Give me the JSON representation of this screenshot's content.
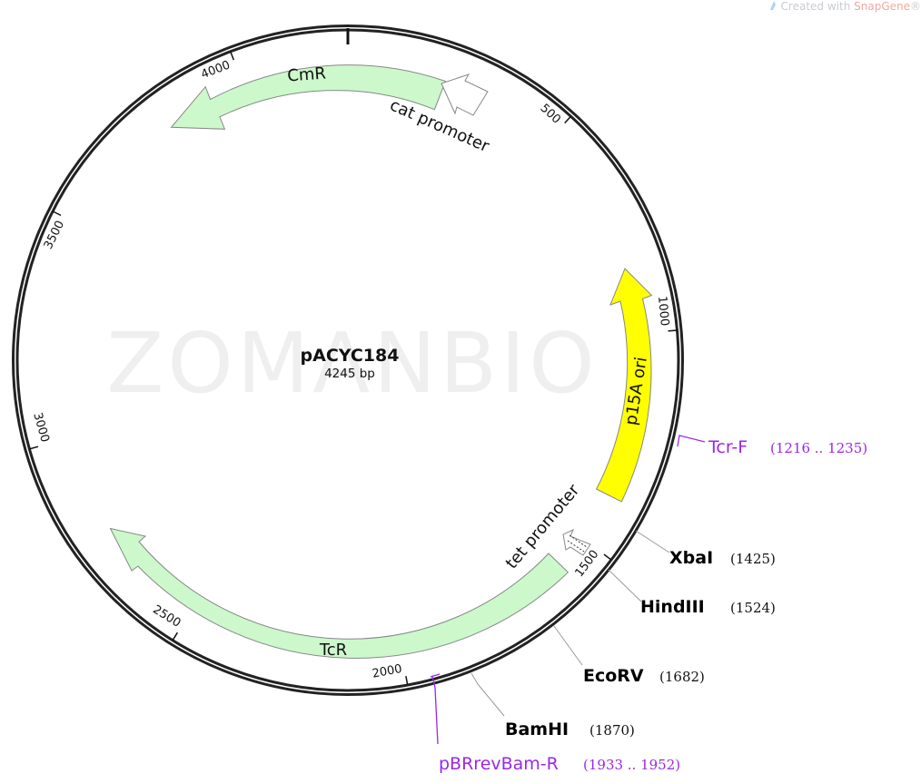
{
  "credit": {
    "prefix": "Created with ",
    "brand": "SnapGene",
    "suffix": "®"
  },
  "watermark": "ZOMANBIO",
  "plasmid": {
    "name": "pACYC184",
    "length_label": "4245 bp",
    "length": 4245
  },
  "ticks": [
    {
      "label": "500",
      "pos": 500
    },
    {
      "label": "1000",
      "pos": 1000
    },
    {
      "label": "1500",
      "pos": 1500
    },
    {
      "label": "2000",
      "pos": 2000
    },
    {
      "label": "2500",
      "pos": 2500
    },
    {
      "label": "3000",
      "pos": 3000
    },
    {
      "label": "3500",
      "pos": 3500
    },
    {
      "label": "4000",
      "pos": 4000
    }
  ],
  "features": [
    {
      "label": "CmR",
      "type": "gene",
      "direction": "reverse",
      "color": "#ccf8cc"
    },
    {
      "label": "cat promoter",
      "type": "promoter",
      "direction": "reverse",
      "color": "#ffffff"
    },
    {
      "label": "p15A ori",
      "type": "origin",
      "direction": "reverse",
      "color": "#ffff00"
    },
    {
      "label": "tet promoter",
      "type": "promoter",
      "direction": "reverse",
      "color": "#ffffff"
    },
    {
      "label": "TcR",
      "type": "gene",
      "direction": "forward",
      "color": "#ccf8cc"
    }
  ],
  "sites": [
    {
      "name": "XbaI",
      "pos": "(1425)"
    },
    {
      "name": "HindIII",
      "pos": "(1524)"
    },
    {
      "name": "EcoRV",
      "pos": "(1682)"
    },
    {
      "name": "BamHI",
      "pos": "(1870)"
    }
  ],
  "primers": [
    {
      "name": "Tcr-F",
      "range": "(1216 .. 1235)",
      "color": "#9b27e6"
    },
    {
      "name": "pBRrevBam-R",
      "range": "(1933 .. 1952)",
      "color": "#9b27e6"
    }
  ]
}
